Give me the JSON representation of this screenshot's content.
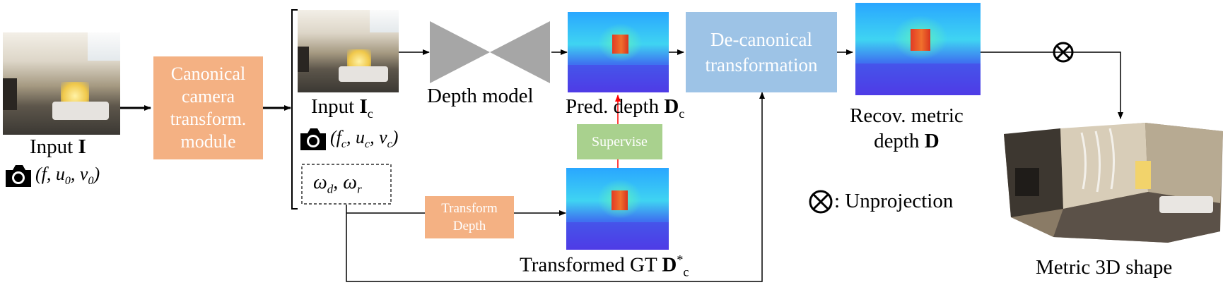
{
  "input": {
    "label_prefix": "Input ",
    "label_bold": "I",
    "intrinsics": "(f, u",
    "intrinsics_sub0": "0",
    "intrinsics_mid": ", v",
    "intrinsics_sub1": "0",
    "intrinsics_end": ")"
  },
  "canonical_module": {
    "line1": "Canonical",
    "line2": "camera",
    "line3": "transform.",
    "line4": "module"
  },
  "input_c": {
    "label_prefix": "Input ",
    "label_bold": "I",
    "label_sub": "c",
    "intrinsics": "(f",
    "sub_c1": "c",
    "mid1": ", u",
    "sub_c2": "c",
    "mid2": ", v",
    "sub_c3": "c",
    "end": ")"
  },
  "omega": {
    "text": "ω",
    "sub_d": "d",
    "mid": ", ω",
    "sub_r": "r"
  },
  "depth_model": {
    "label": "Depth model"
  },
  "pred_depth": {
    "label_prefix": "Pred. depth ",
    "label_bold": "D",
    "label_sub": "c"
  },
  "supervise": {
    "label": "Supervise"
  },
  "transform_depth": {
    "line1": "Transform",
    "line2": "Depth"
  },
  "gt": {
    "label_prefix": "Transformed GT ",
    "label_bold": "D",
    "label_sup": "*",
    "label_sub": "c"
  },
  "decanonical": {
    "line1": "De-canonical",
    "line2": "transformation"
  },
  "recov": {
    "line1": "Recov. metric",
    "line2_prefix": "depth ",
    "line2_bold": "D"
  },
  "unprojection": {
    "symbol": "⊗",
    "label": ": Unprojection"
  },
  "metric_shape": {
    "label": "Metric 3D shape"
  },
  "colors": {
    "orange_box": "#f4b183",
    "blue_box": "#9dc3e6",
    "green_box": "#a9d18e",
    "gray_bowtie": "#a6a6a6",
    "red_arrow": "#ff0000"
  }
}
